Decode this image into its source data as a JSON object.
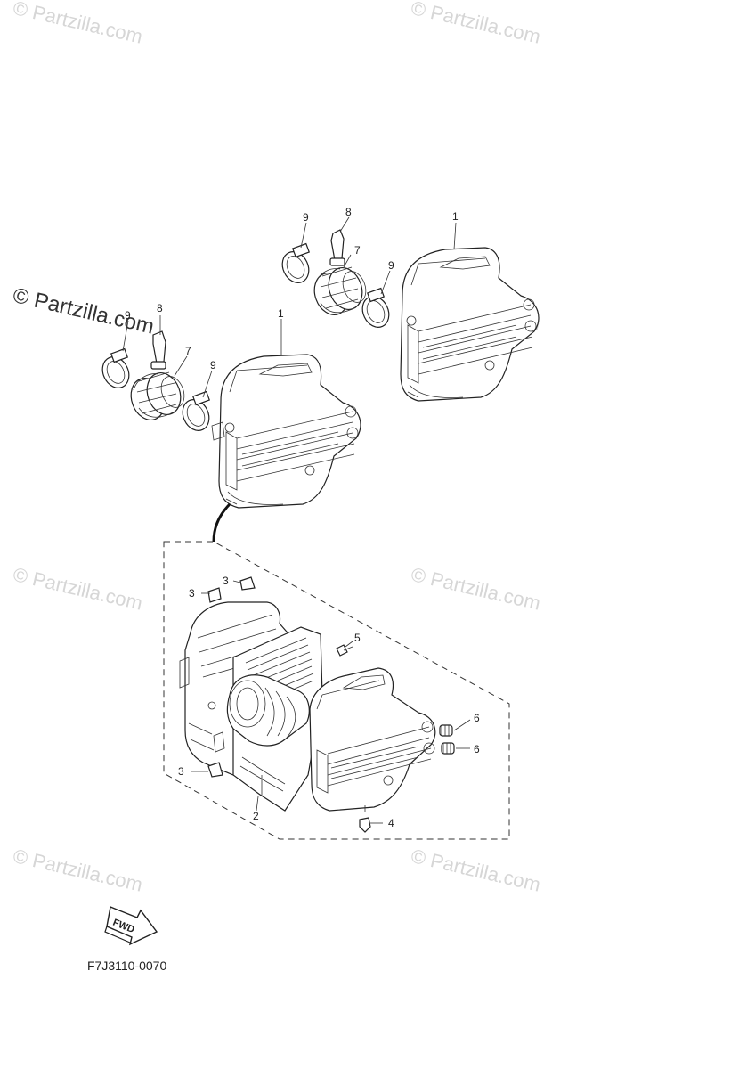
{
  "watermarks": {
    "text": "© Partzilla.com",
    "highlight_text": "© Partzilla.com"
  },
  "callouts": {
    "c1a": "1",
    "c1b": "1",
    "c2": "2",
    "c3a": "3",
    "c3b": "3",
    "c3c": "3",
    "c4": "4",
    "c5": "5",
    "c6a": "6",
    "c6b": "6",
    "c7a": "7",
    "c7b": "7",
    "c8a": "8",
    "c8b": "8",
    "c9a": "9",
    "c9b": "9",
    "c9c": "9",
    "c9d": "9"
  },
  "fwd_label": "FWD",
  "figure_code": "F7J3110-0070"
}
